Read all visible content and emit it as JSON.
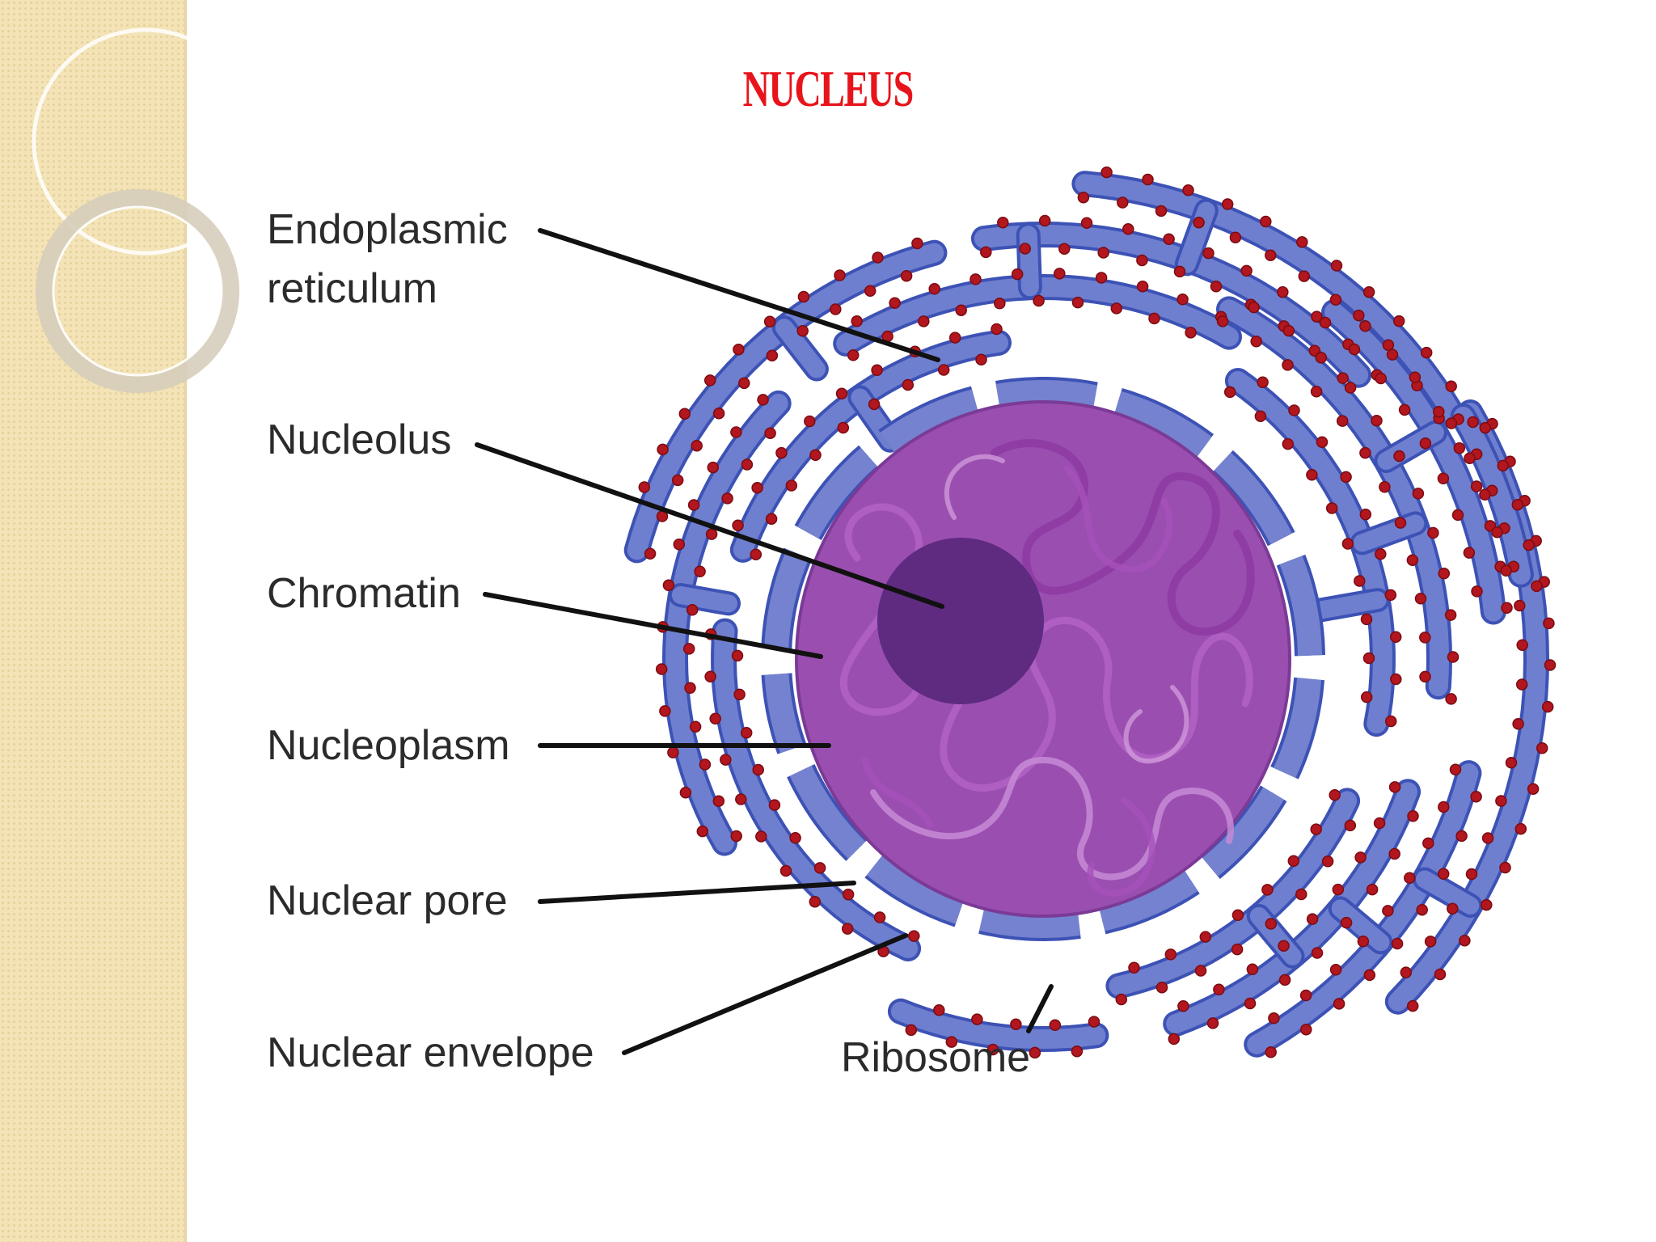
{
  "title": "NUCLEUS",
  "labels": {
    "endoplasmic_reticulum_line1": "Endoplasmic",
    "endoplasmic_reticulum_line2": "reticulum",
    "nucleolus": "Nucleolus",
    "chromatin": "Chromatin",
    "nucleoplasm": "Nucleoplasm",
    "nuclear_pore": "Nuclear pore",
    "nuclear_envelope": "Nuclear envelope",
    "ribosome": "Ribosome"
  },
  "colors": {
    "title": "#e8141b",
    "side_panel": "#f3e3b6",
    "endoplasmic_reticulum": "#6f7fd0",
    "er_outline": "#3d52b5",
    "nuclear_envelope": "#7482cf",
    "nucleoplasm": "#9a4fb0",
    "nucleolus": "#5e2b80",
    "ribosome": "#b2161e",
    "label_text": "#2b2b2b"
  }
}
